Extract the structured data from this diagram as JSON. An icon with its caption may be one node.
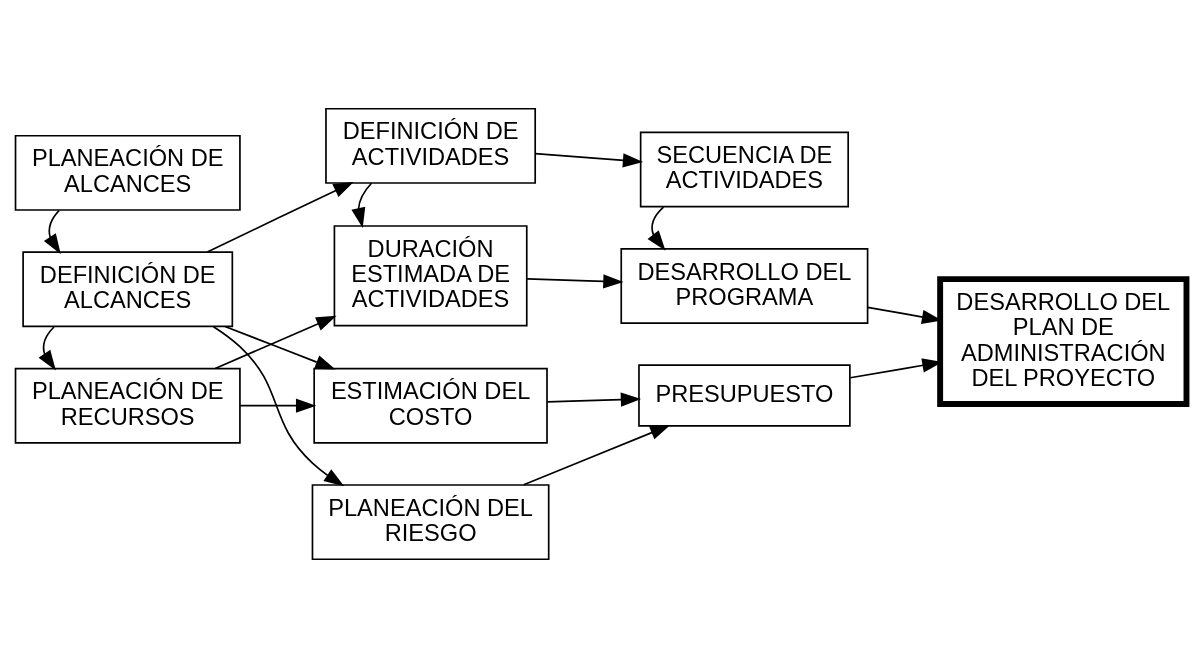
{
  "diagram": {
    "nodes": [
      {
        "text": [
          "PLANEACIÓN DE ALCANCES"
        ]
      },
      {
        "text": [
          "DEFINICIÓN DE ALCANCES"
        ]
      },
      {
        "text": [
          "PLANEACIÓN DE RECURSOS"
        ]
      },
      {
        "text": [
          "DEFINICIÓN DE ACTIVIDADES"
        ]
      },
      {
        "text": [
          "DURACIÓN ESTIMADA DE ACTIVIDADES"
        ]
      },
      {
        "text": [
          "ESTIMACIÓN DEL COSTO"
        ]
      },
      {
        "text": [
          "PLANEACIÓN DEL RIESGO"
        ]
      },
      {
        "text": [
          "SECUENCIA DE ACTIVIDADES"
        ]
      },
      {
        "text": [
          "DESARROLLO DEL PROGRAMA"
        ]
      },
      {
        "text": [
          "PRESUPUESTO"
        ]
      },
      {
        "text": [
          "DESARROLLO DEL PLAN DE ADMINISTRACIÓN DEL PROYECTO"
        ]
      }
    ],
    "edges": [
      {
        "from": 0,
        "to": 1,
        "arrow": "to"
      },
      {
        "from": 1,
        "to": 2,
        "arrow": "to"
      },
      {
        "from": 1,
        "to": 3,
        "arrow": "to"
      },
      {
        "from": 1,
        "to": 5,
        "arrow": "to"
      },
      {
        "from": 1,
        "to": 6,
        "arrow": "to"
      },
      {
        "from": 2,
        "to": 4,
        "arrow": "to"
      },
      {
        "from": 2,
        "to": 5,
        "arrow": "to"
      },
      {
        "from": 3,
        "to": 7,
        "arrow": "to"
      },
      {
        "from": 3,
        "to": 4,
        "arrow": "to"
      },
      {
        "from": 7,
        "to": 8,
        "arrow": "to"
      },
      {
        "from": 4,
        "to": 8,
        "arrow": "to"
      },
      {
        "from": 5,
        "to": 9,
        "arrow": "to"
      },
      {
        "from": 6,
        "to": 9,
        "arrow": "to"
      },
      {
        "from": 8,
        "to": 10,
        "arrow": "to"
      },
      {
        "from": 9,
        "to": 10,
        "arrow": "to"
      }
    ]
  }
}
